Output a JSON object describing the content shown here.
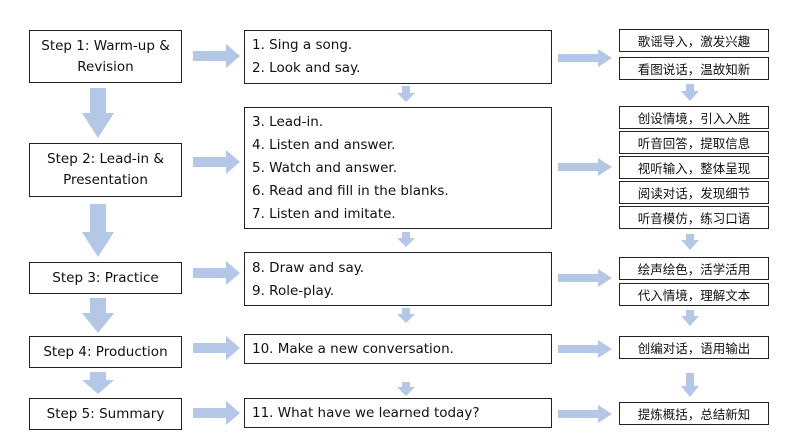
{
  "steps": [
    {
      "lines": [
        "Step 1: Warm-up &",
        "Revision"
      ]
    },
    {
      "lines": [
        "Step 2: Lead-in &",
        "Presentation"
      ]
    },
    {
      "lines": [
        "Step 3: Practice"
      ]
    },
    {
      "lines": [
        "Step 4: Production"
      ]
    },
    {
      "lines": [
        "Step 5: Summary"
      ]
    }
  ],
  "activities": [
    {
      "items": [
        "1. Sing a song.",
        "2. Look and say."
      ]
    },
    {
      "items": [
        "3. Lead-in.",
        "4. Listen and answer.",
        "5. Watch and answer.",
        "6. Read and fill in the blanks.",
        "7. Listen and imitate."
      ]
    },
    {
      "items": [
        "8. Draw and say.",
        "9. Role-play."
      ]
    },
    {
      "items": [
        "10. Make a new conversation."
      ]
    },
    {
      "items": [
        "11. What have we learned today?"
      ]
    }
  ],
  "purposes": [
    [
      "歌谣导入，激发兴趣",
      "看图说话，温故知新"
    ],
    [
      "创设情境，引入入胜",
      "听音回答，提取信息",
      "视听输入，整体呈现",
      "阅读对话，发现细节",
      "听音模仿，练习口语"
    ],
    [
      "绘声绘色，活学活用",
      "代入情境，理解文本"
    ],
    [
      "创编对话，语用输出"
    ],
    [
      "提炼概括，总结新知"
    ]
  ],
  "colors": {
    "arrow": "#b4c7e7",
    "border": "#222222"
  }
}
